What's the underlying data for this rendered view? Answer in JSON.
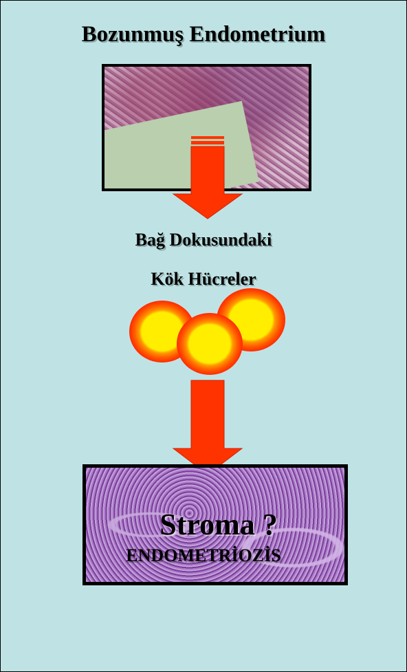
{
  "title": "Bozunmuş Endometrium",
  "label_line1": "Bağ Dokusundaki",
  "label_line2": "Kök Hücreler",
  "image_label": "Stroma ?",
  "footer": "ENDOMETRİOZİS",
  "colors": {
    "background": "#bfe3e5",
    "arrow": "#ff3300",
    "cell_outer": "#ff6600",
    "cell_inner": "#ffee00"
  }
}
